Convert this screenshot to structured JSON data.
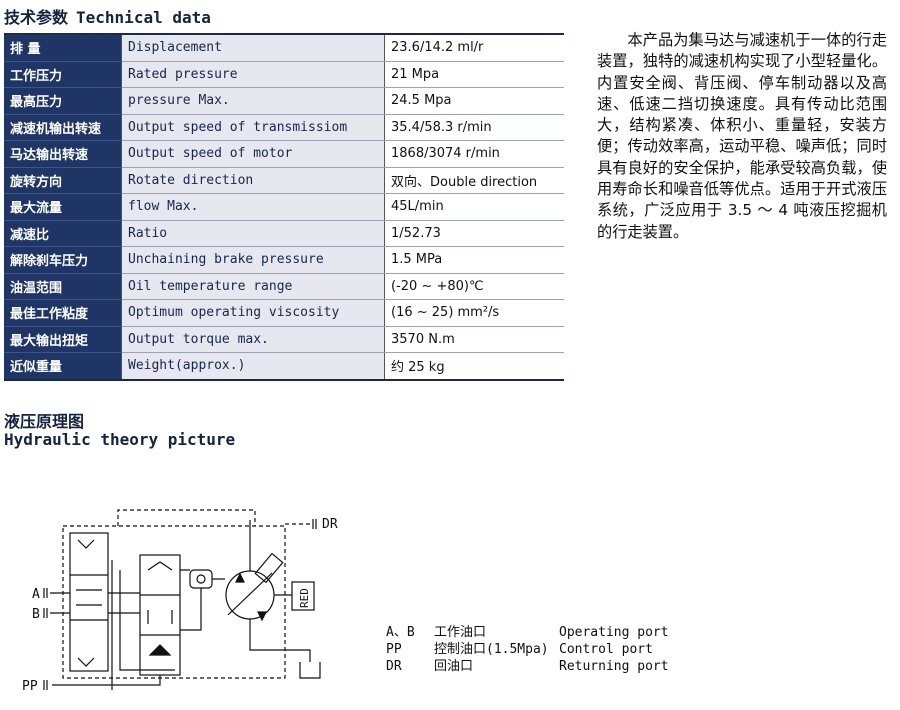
{
  "technical": {
    "title_cn": "技术参数",
    "title_en": "Technical data",
    "rows": [
      {
        "cn": "排 量",
        "en": "Displacement",
        "value": "23.6/14.2 ml/r"
      },
      {
        "cn": "工作压力",
        "en": "Rated pressure",
        "value": "21 Mpa"
      },
      {
        "cn": "最高压力",
        "en": "pressure Max.",
        "value": "24.5 Mpa"
      },
      {
        "cn": "减速机输出转速",
        "en": "Output speed of transmissiom",
        "value": "35.4/58.3 r/min"
      },
      {
        "cn": "马达输出转速",
        "en": "Output speed of motor",
        "value": "1868/3074 r/min"
      },
      {
        "cn": "旋转方向",
        "en": "Rotate direction",
        "value": "双向、Double direction"
      },
      {
        "cn": "最大流量",
        "en": "flow Max.",
        "value": "45L/min"
      },
      {
        "cn": "减速比",
        "en": "Ratio",
        "value": "1/52.73"
      },
      {
        "cn": "解除刹车压力",
        "en": "Unchaining brake pressure",
        "value": "1.5 MPa"
      },
      {
        "cn": "油温范围",
        "en": "Oil temperature range",
        "value": "(-20 ~ +80)℃"
      },
      {
        "cn": "最佳工作粘度",
        "en": "Optimum operating viscosity",
        "value": "(16 ~ 25) mm²/s"
      },
      {
        "cn": "最大输出扭矩",
        "en": "Output torque max.",
        "value": "3570 N.m"
      },
      {
        "cn": "近似重量",
        "en": "Weight(approx.)",
        "value": "约 25 kg"
      }
    ]
  },
  "description": "本产品为集马达与减速机于一体的行走装置，独特的减速机构实现了小型轻量化。内置安全阀、背压阀、停车制动器以及高速、低速二挡切换速度。具有传动比范围大，结构紧凑、体积小、重量轻，安装方便；传动效率高，运动平稳、噪声低；同时具有良好的安全保护，能承受较高负载，使用寿命长和噪音低等优点。适用于开式液压系统，广泛应用于 3.5 ～ 4 吨液压挖掘机的行走装置。",
  "hydraulic": {
    "title_cn": "液压原理图",
    "title_en": "Hydraulic theory picture",
    "labels": {
      "A": "A",
      "B": "B",
      "PP": "PP",
      "DR": "DR",
      "RED": "RED"
    },
    "legend": [
      {
        "key": "A、B",
        "cn": "工作油口",
        "en": "Operating port"
      },
      {
        "key": "PP",
        "cn": "控制油口(1.5Mpa)",
        "en": "Control port"
      },
      {
        "key": "DR",
        "cn": "回油口",
        "en": "Returning port"
      }
    ]
  }
}
